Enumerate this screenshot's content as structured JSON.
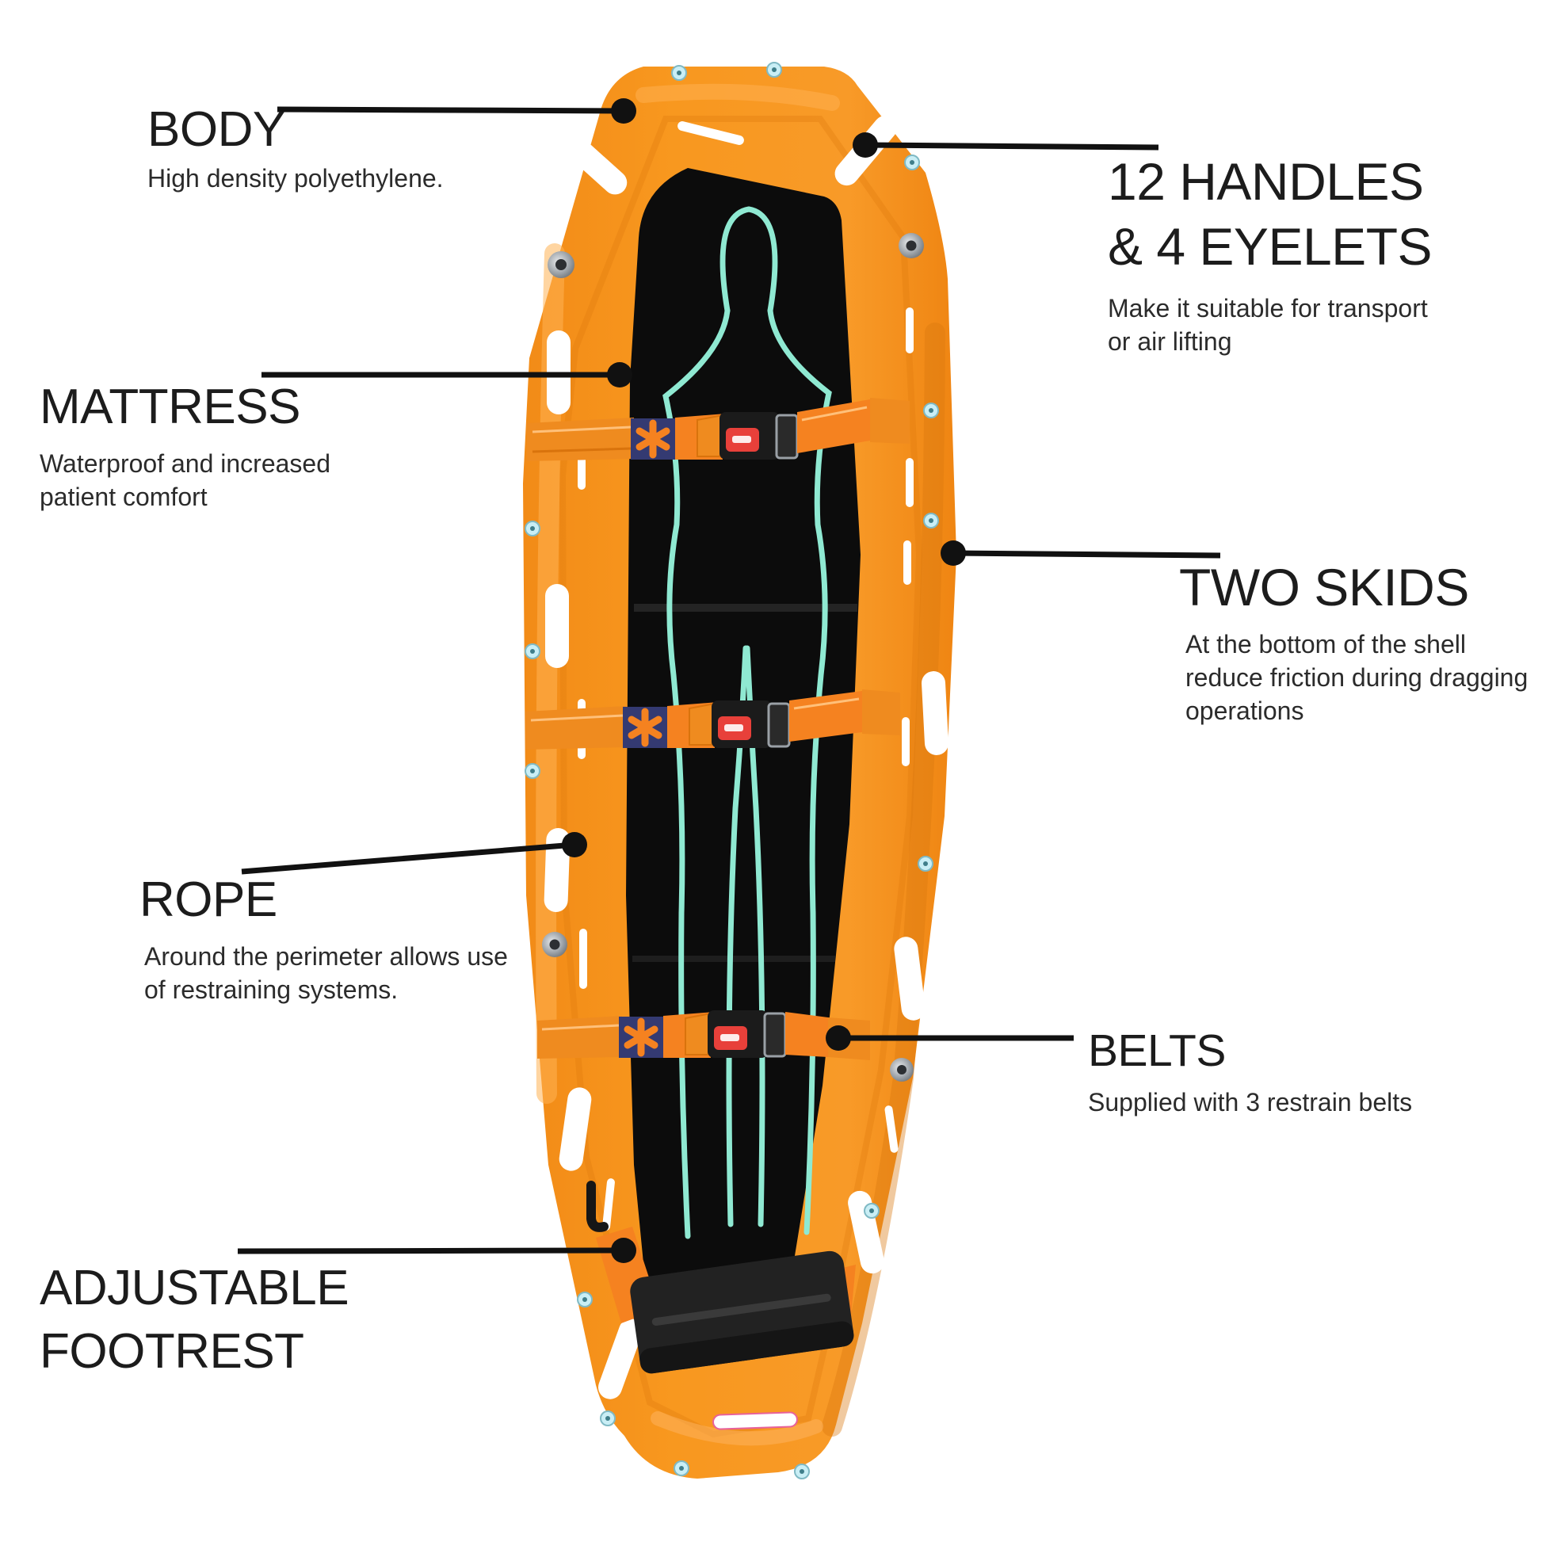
{
  "diagram_subject": "basket rescue stretcher",
  "labels": {
    "body": {
      "title": [
        "BODY"
      ],
      "desc": [
        "High density polyethylene."
      ]
    },
    "handles": {
      "title": [
        "12 HANDLES",
        "& 4 EYELETS"
      ],
      "desc": [
        "Make it suitable for transport",
        "or air lifting"
      ]
    },
    "mattress": {
      "title": [
        "MATTRESS"
      ],
      "desc": [
        "Waterproof and increased",
        "patient comfort"
      ]
    },
    "skids": {
      "title": [
        "TWO SKIDS"
      ],
      "desc": [
        "At the bottom of the shell",
        "reduce friction during dragging",
        "operations"
      ]
    },
    "rope": {
      "title": [
        "ROPE"
      ],
      "desc": [
        "Around the perimeter allows use",
        "of restraining systems."
      ]
    },
    "belts": {
      "title": [
        "BELTS"
      ],
      "desc": [
        "Supplied with 3 restrain belts"
      ]
    },
    "footrest": {
      "title": [
        "ADJUSTABLE",
        "FOOTREST"
      ],
      "desc": []
    }
  },
  "colors": {
    "shell_orange": "#f6921e",
    "shell_highlight": "#ffb254",
    "shell_shadow": "#d97a10",
    "mattress_black": "#0c0c0c",
    "rope_mint": "#8fe9d2",
    "belt_orange": "#f58220",
    "belt_webbing": "#ef8b1f",
    "patch_navy": "#343a72",
    "buckle_black": "#1b1b1b",
    "button_red": "#e8403a",
    "leader_line": "#111111",
    "text_dark": "#1f1f1f",
    "screw_cyan": "#c9eef5",
    "eyelet_gray": "#b9bcc0",
    "background": "#ffffff"
  }
}
